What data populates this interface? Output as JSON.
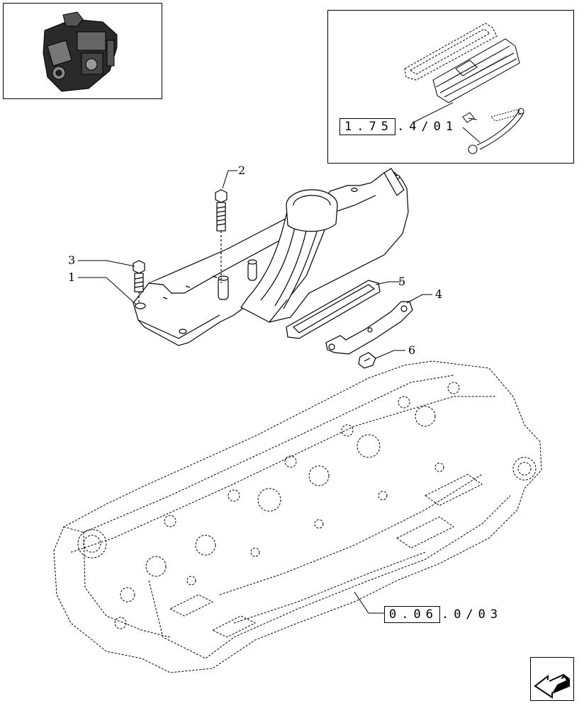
{
  "callouts": {
    "c1": "1",
    "c2": "2",
    "c3": "3",
    "c4": "4",
    "c5": "5",
    "c6": "6"
  },
  "references": {
    "inset_ref": {
      "boxed": "1.75",
      "rest": ".4/01"
    },
    "head_ref": {
      "boxed": "0.06",
      "rest": ".0/03"
    }
  },
  "icons": {
    "thumbnail": "engine-thumbnail-icon",
    "navigation": "arrow-back-icon"
  }
}
